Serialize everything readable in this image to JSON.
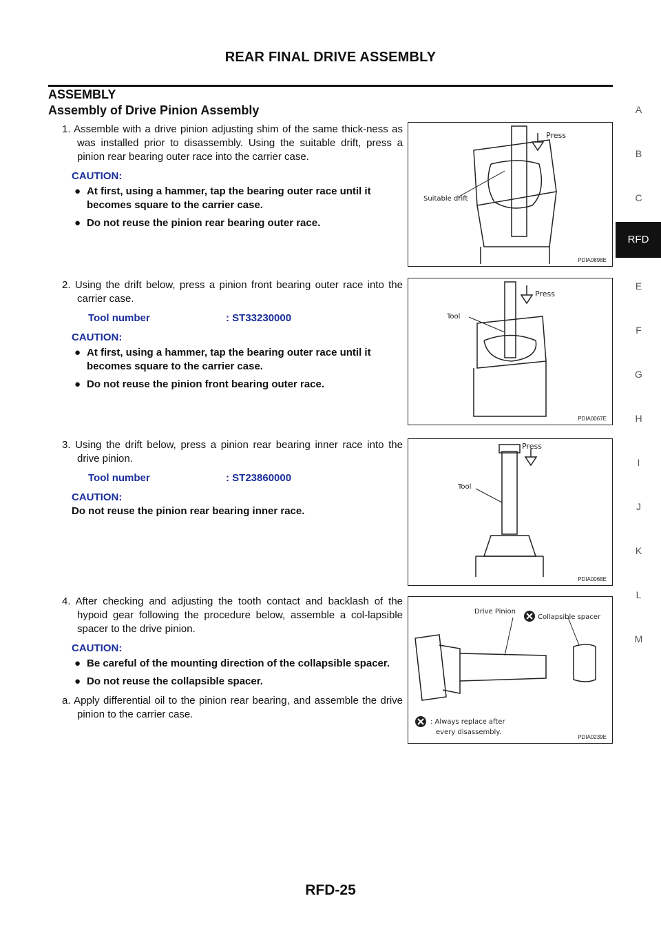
{
  "header": {
    "title": "REAR FINAL DRIVE ASSEMBLY"
  },
  "side_index": [
    "A",
    "B",
    "C",
    "RFD",
    "E",
    "F",
    "G",
    "H",
    "I",
    "J",
    "K",
    "L",
    "M"
  ],
  "section": {
    "title": "ASSEMBLY",
    "subtitle": "Assembly of Drive Pinion Assembly"
  },
  "steps": [
    {
      "text": "1. Assemble with a drive pinion adjusting shim of the same thick-ness as was installed prior to disassembly. Using the suitable drift, press a pinion rear bearing outer race into the carrier case.",
      "caution": "CAUTION:",
      "bullets": [
        "At first, using a hammer, tap the bearing outer race until it becomes square to the carrier case.",
        "Do not reuse the pinion rear bearing outer race."
      ]
    },
    {
      "text": "2. Using the drift below, press a pinion front bearing outer race into the carrier case.",
      "tool_label": "Tool number",
      "tool_value": ": ST33230000",
      "caution": "CAUTION:",
      "bullets": [
        "At first, using a hammer, tap the bearing outer race until it becomes square to the carrier case.",
        "Do not reuse the pinion front bearing outer race."
      ]
    },
    {
      "text": "3. Using the drift below, press a pinion rear bearing inner race into the drive pinion.",
      "tool_label": "Tool number",
      "tool_value": ": ST23860000",
      "caution": "CAUTION:",
      "note": "Do not reuse the pinion rear bearing inner race."
    },
    {
      "text": "4. After checking and adjusting the tooth contact and backlash of the hypoid gear following the procedure below, assemble a col-lapsible spacer to the drive pinion.",
      "caution": "CAUTION:",
      "bullets": [
        "Be careful of the mounting direction of the collapsible spacer.",
        "Do not reuse the collapsible spacer."
      ]
    },
    {
      "text": "a. Apply differential oil to the pinion rear bearing, and assemble the drive pinion to the carrier case."
    }
  ],
  "figures": [
    {
      "id": "PDIA0898E",
      "press": "Press",
      "callout": "Suitable drift"
    },
    {
      "id": "PDIA0067E",
      "press": "Press",
      "callout": "Tool"
    },
    {
      "id": "PDIA0068E",
      "press": "Press",
      "callout": "Tool"
    },
    {
      "id": "PDIA0239E",
      "label_pinion": "Drive Pinion",
      "label_spacer": "Collapsible spacer",
      "legend_line1": ": Always replace after",
      "legend_line2": "every disassembly."
    }
  ],
  "footer": {
    "page_number": "RFD-25"
  },
  "colors": {
    "caution": "#1a2f9c",
    "index_active_bg": "#111111"
  }
}
